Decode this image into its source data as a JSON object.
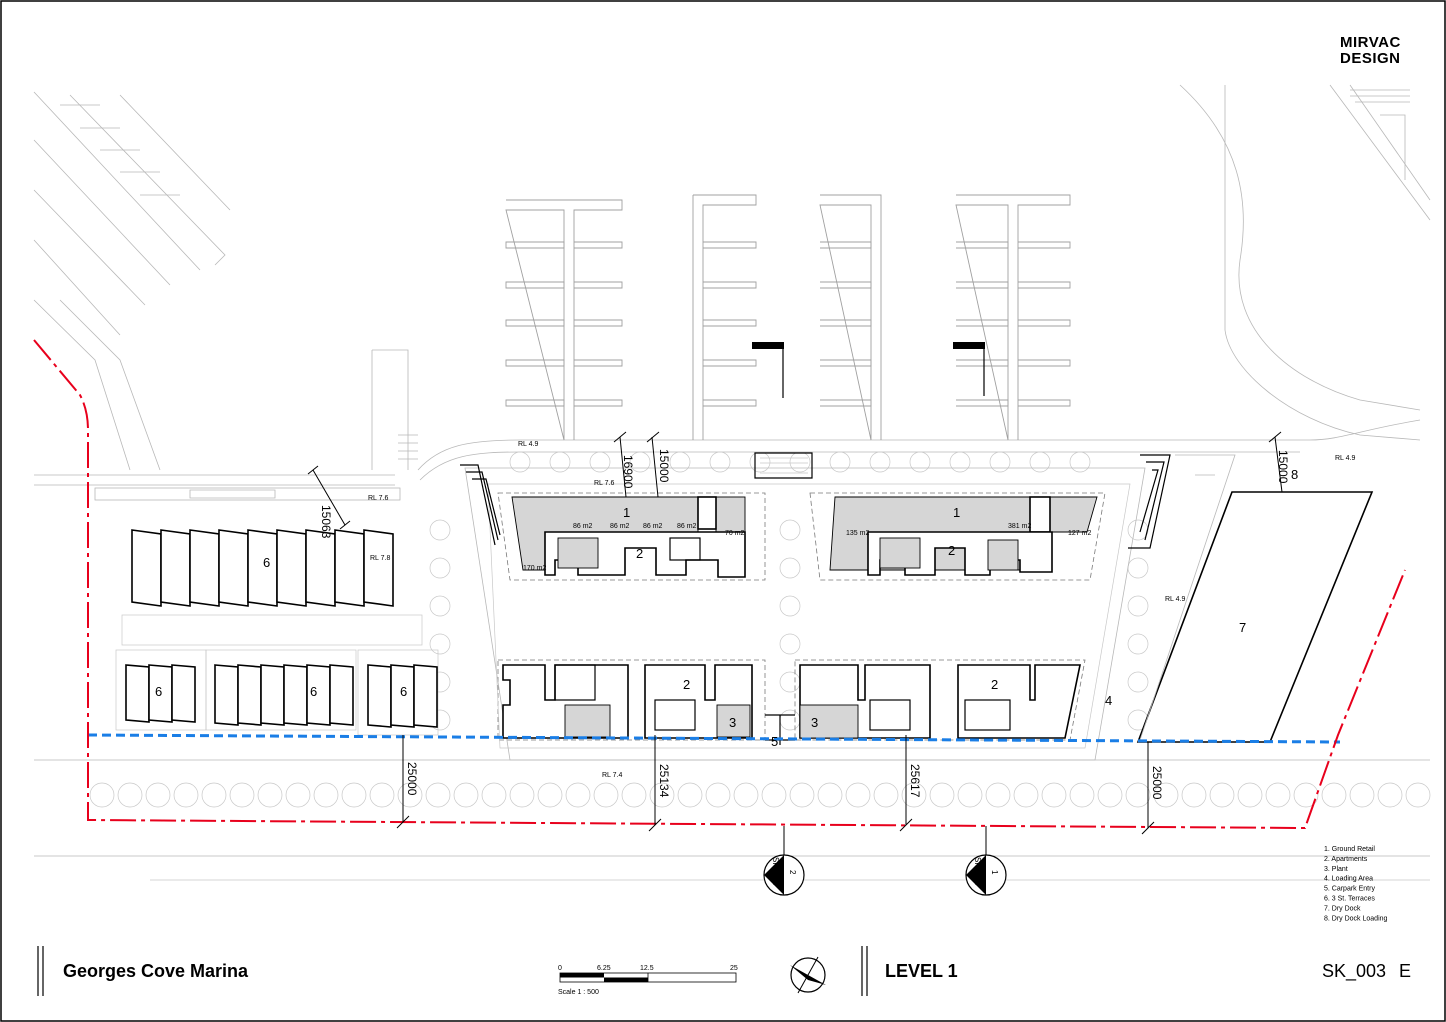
{
  "brand": {
    "line1": "MIRVAC",
    "line2": "DESIGN"
  },
  "title_block": {
    "project": "Georges Cove Marina",
    "level": "LEVEL 1",
    "drawing_no": "SK_003",
    "revision": "E",
    "scale_bar": {
      "ticks": [
        "0",
        "6.25",
        "12.5",
        "25"
      ],
      "label": "Scale  1 : 500"
    }
  },
  "legend": [
    "1. Ground Retail",
    "2. Apartments",
    "3. Plant",
    "4. Loading Area",
    "5. Carpark Entry",
    "6. 3 St. Terraces",
    "7. Dry Dock",
    "8. Dry Dock Loading"
  ],
  "section_markers": [
    {
      "number": "2",
      "ref": "SK_008"
    },
    {
      "number": "1",
      "ref": "SK_008"
    }
  ],
  "levels": {
    "rl_49_top": "RL 4.9",
    "rl_49_right": "RL 4.9",
    "rl_49_mid": "RL 4.9",
    "rl_76_left": "RL 7.6",
    "rl_76_mid": "RL 7.6",
    "rl_78": "RL 7.8",
    "rl_74": "RL 7.4"
  },
  "dimensions": {
    "d15063": "15063",
    "d16900": "16900",
    "d15000_top": "15000",
    "d15000_right": "15000",
    "d25000_left": "25000",
    "d25134": "25134",
    "d25617": "25617",
    "d25000_right": "25000"
  },
  "areas": {
    "a170": "170 m2",
    "a86_1": "86 m2",
    "a86_2": "86 m2",
    "a86_3": "86 m2",
    "a86_4": "86 m2",
    "a70": "70 m2",
    "a135": "135 m2",
    "a381": "381 m2",
    "a127": "127 m2"
  },
  "zone_labels": {
    "retail_w": "1",
    "retail_e": "1",
    "apt_nw": "2",
    "apt_ne": "2",
    "apt_sw": "2",
    "apt_se": "2",
    "plant_w": "3",
    "plant_e": "3",
    "loading": "4",
    "carpark": "5",
    "terrace_n": "6",
    "terrace_s1": "6",
    "terrace_s2": "6",
    "terrace_s3": "6",
    "dry_dock": "7",
    "dry_dock_loading": "8"
  },
  "colors": {
    "site_boundary": "#e8001c",
    "setback_line": "#1a7ee6",
    "building_fill": "#d6d6d6"
  }
}
